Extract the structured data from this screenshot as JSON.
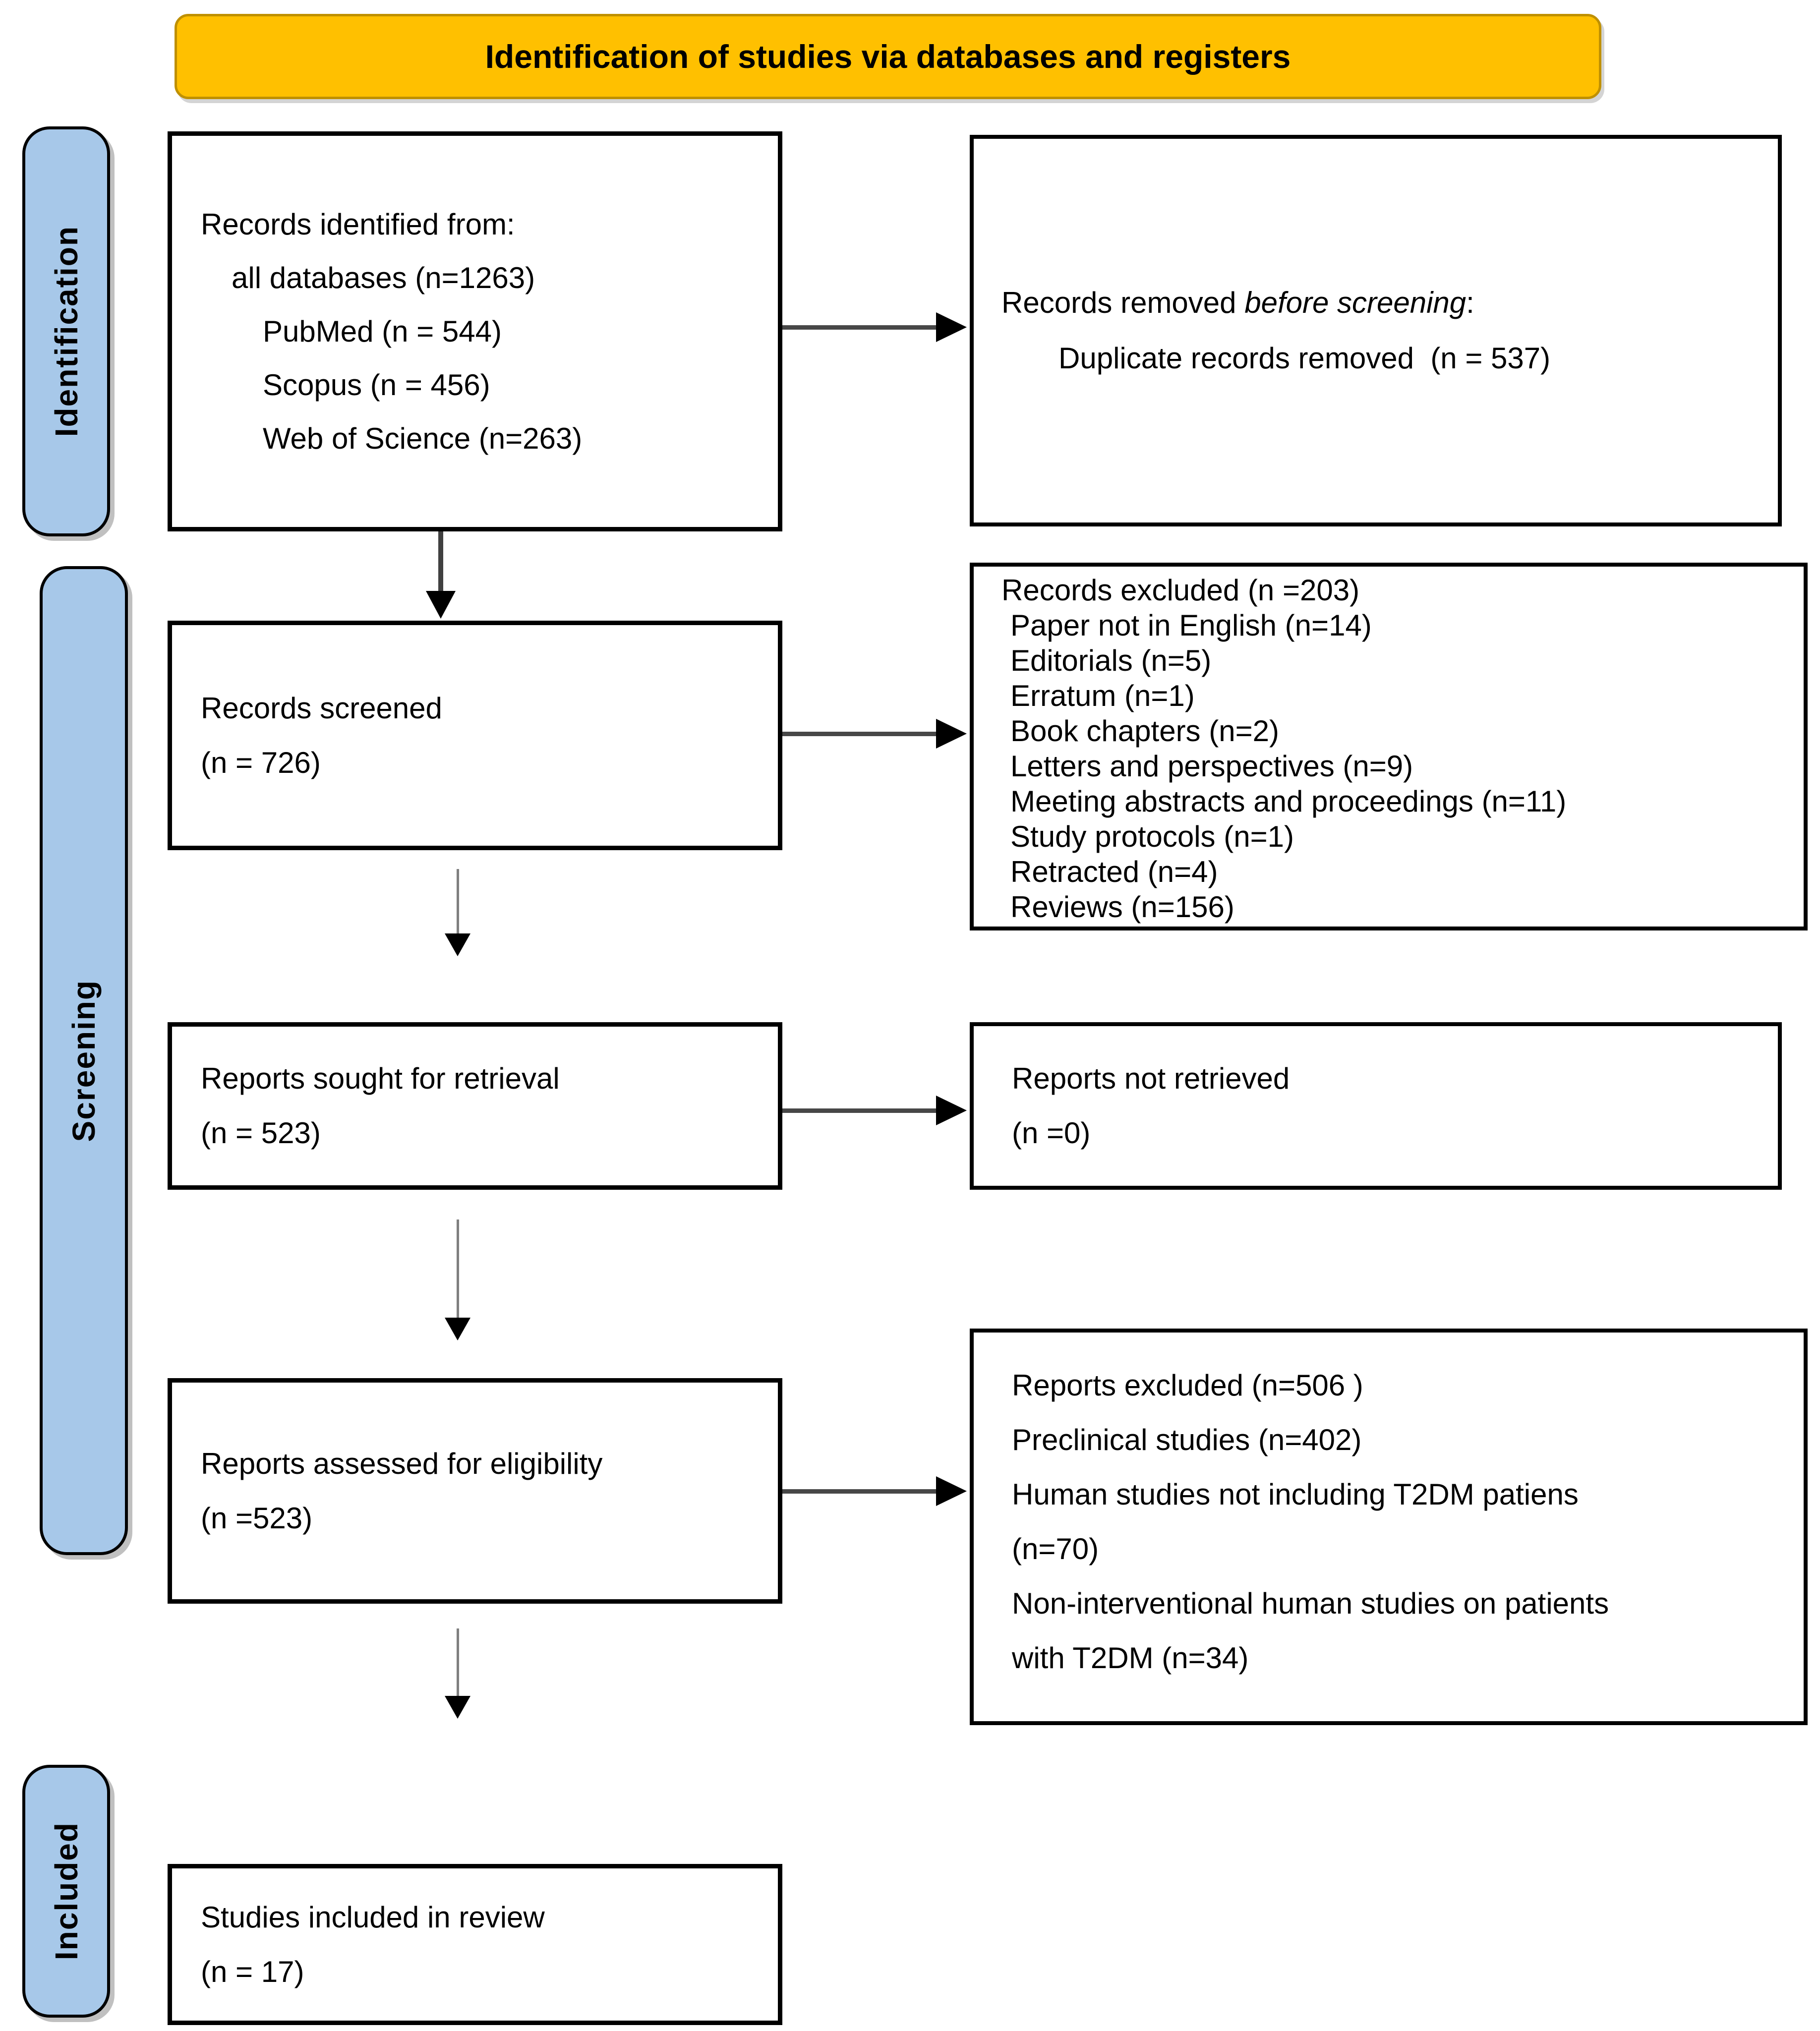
{
  "title": "Identification of studies via databases and registers",
  "stages": {
    "identification": "Identification",
    "screening": "Screening",
    "included": "Included"
  },
  "boxes": {
    "records_identified": {
      "lines": [
        "Records identified from:",
        "all databases (n=1263)",
        "PubMed (n = 544)",
        "Scopus (n = 456)",
        "Web of Science (n=263)"
      ]
    },
    "records_removed": {
      "prefix": "Records removed ",
      "italic": "before screening",
      "suffix": ":",
      "detail": "Duplicate records removed  (n = 537)"
    },
    "records_screened": {
      "lines": [
        "Records screened",
        "(n = 726)"
      ]
    },
    "records_excluded": {
      "lines": [
        "Records excluded (n =203)",
        "Paper not in English (n=14)",
        "Editorials (n=5)",
        "Erratum (n=1)",
        "Book chapters (n=2)",
        "Letters and perspectives (n=9)",
        "Meeting abstracts and proceedings (n=11)",
        "Study protocols (n=1)",
        "Retracted (n=4)",
        "Reviews (n=156)"
      ]
    },
    "reports_sought": {
      "lines": [
        "Reports sought for retrieval",
        "(n = 523)"
      ]
    },
    "reports_not_retrieved": {
      "lines": [
        "Reports not retrieved",
        "(n =0)"
      ]
    },
    "reports_assessed": {
      "lines": [
        "Reports assessed for eligibility",
        "(n =523)"
      ]
    },
    "reports_excluded": {
      "lines": [
        "Reports excluded (n=506 )",
        "Preclinical studies (n=402)",
        "Human studies not including T2DM patiens",
        "(n=70)",
        "Non-interventional human studies on patients",
        "with T2DM (n=34)"
      ]
    },
    "studies_included": {
      "lines": [
        "Studies included in review",
        "(n = 17)"
      ]
    }
  },
  "colors": {
    "banner_fill": "#FFC000",
    "banner_border": "#BF9000",
    "stage_fill": "#A7C8E9",
    "box_border": "#000000"
  }
}
